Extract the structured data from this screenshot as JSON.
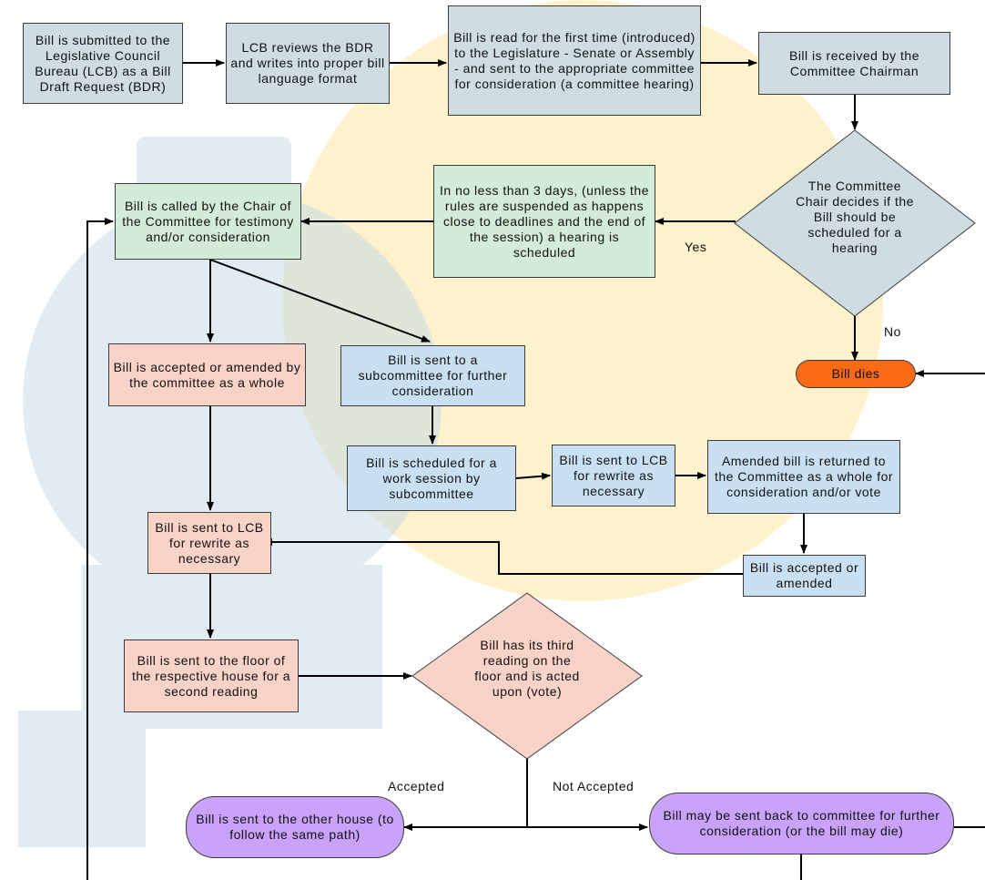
{
  "colors": {
    "gray": "#cfdde3",
    "green": "#d3ecd8",
    "blue": "#c9e0f2",
    "pink": "#f9d3c8",
    "purple": "#c9a3fb",
    "orange": "#fb6a14",
    "watermark_yellow": "#fbe7a0",
    "watermark_blue": "#c8dbe8"
  },
  "nodes": {
    "submitted": "Bill is submitted to the Legislative Council Bureau (LCB) as a Bill Draft Request (BDR)",
    "lcb_reviews": "LCB reviews the BDR and writes into proper bill language format",
    "first_reading": "Bill is read for the first time (introduced) to the Legislature - Senate or Assembly - and sent to the appropriate committee for consideration (a committee hearing)",
    "received_chairman": "Bill is received by the Committee Chairman",
    "chair_decides": "The Committee Chair decides if the Bill should be scheduled for a hearing",
    "hearing_scheduled": "In no less than 3 days, (unless the rules are suspended as happens close to deadlines and the end of the session) a hearing is scheduled",
    "called_by_chair": "Bill is called by the Chair of the Committee for testimony and/or consideration",
    "bill_dies": "Bill dies",
    "accepted_amended_whole": "Bill is accepted or amended by the committee as a whole",
    "sent_subcommittee": "Bill is sent to a subcommittee for further consideration",
    "work_session": "Bill is scheduled for a work session by subcommittee",
    "sent_lcb_sub": "Bill is sent to LCB for rewrite as necessary",
    "amended_returned": "Amended bill is returned to the Committee as a whole for consideration and/or vote",
    "accepted_or_amended": "Bill is accepted or amended",
    "sent_lcb_main": "Bill is sent to LCB for rewrite as necessary",
    "sent_floor": "Bill is sent to the floor of the respective house for a second reading",
    "third_reading": "Bill has its third reading on the floor and is acted upon (vote)",
    "other_house": "Bill is sent to the other house (to follow the same path)",
    "sent_back": "Bill may be sent back to committee for further consideration (or the bill may die)"
  },
  "edge_labels": {
    "yes": "Yes",
    "no": "No",
    "accepted": "Accepted",
    "not_accepted": "Not Accepted"
  }
}
